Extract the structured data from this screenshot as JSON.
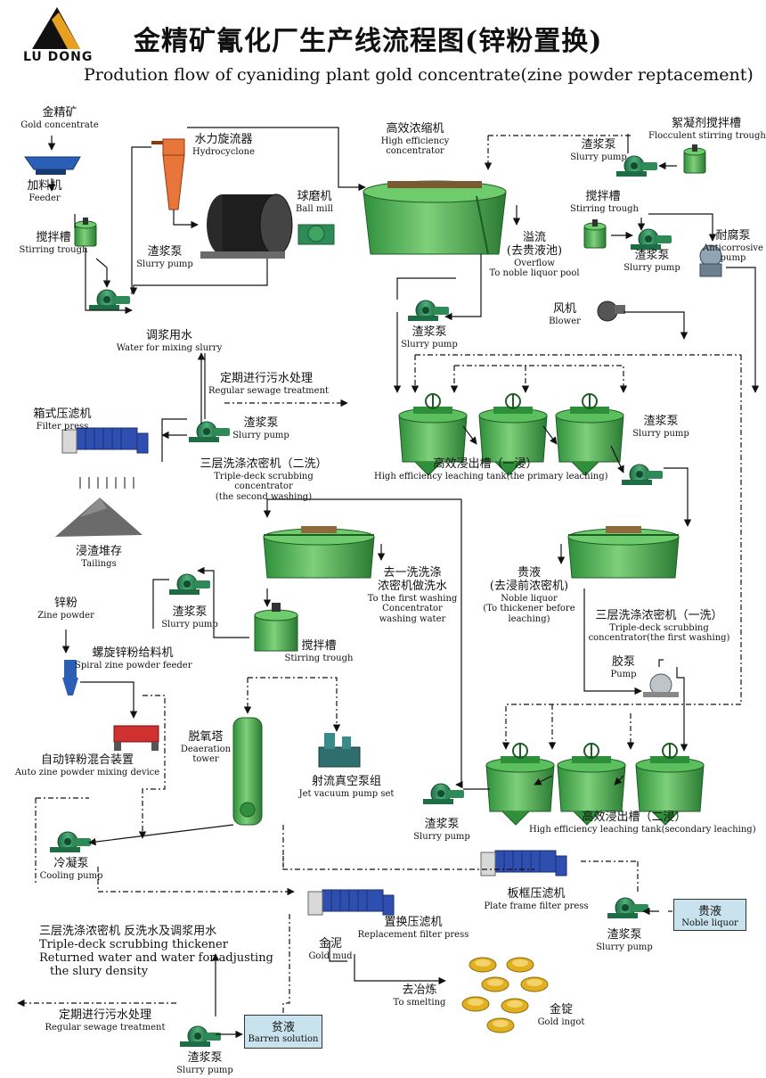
{
  "logo": {
    "name": "LU DONG"
  },
  "title": {
    "cn": "金精矿氰化厂生产线流程图(锌粉置换)",
    "en": "Prodution flow of cyaniding plant gold concentrate(zine powder reptacement)"
  },
  "labels": {
    "gold_concentrate": {
      "cn": "金精矿",
      "en": "Gold concentrate"
    },
    "feeder": {
      "cn": "加料机",
      "en": "Feeder"
    },
    "stirring_trough_1": {
      "cn": "搅拌槽",
      "en": "Stirring trough"
    },
    "hydrocyclone": {
      "cn": "水力旋流器",
      "en": "Hydrocyclone"
    },
    "ball_mill": {
      "cn": "球磨机",
      "en": "Ball  mill"
    },
    "slurry_pump_1": {
      "cn": "渣浆泵",
      "en": "Slurry pump"
    },
    "concentrator": {
      "cn": "高效浓缩机",
      "en1": "High efficiency",
      "en2": "concentrator"
    },
    "flocculent": {
      "cn": "絮凝剂搅拌槽",
      "en": "Flocculent stirring trough"
    },
    "slurry_pump_floc": {
      "cn": "渣浆泵",
      "en": "Slurry pump"
    },
    "stirring_trough_2": {
      "cn": "搅拌槽",
      "en": "Stirring trough"
    },
    "slurry_pump_2": {
      "cn": "渣浆泵",
      "en": "Slurry pump"
    },
    "anticorrosive": {
      "cn": "耐腐泵",
      "en1": "Anticorrosive",
      "en2": "pump"
    },
    "overflow": {
      "cn1": "溢流",
      "cn2": "(去贵液池)",
      "en1": "Overflow",
      "en2": "To noble liquor pool"
    },
    "slurry_pump_3": {
      "cn": "渣浆泵",
      "en": "Slurry pump"
    },
    "blower": {
      "cn": "风机",
      "en": "Blower"
    },
    "mixing_water": {
      "cn": "调浆用水",
      "en": "Water for mixing slurry"
    },
    "sewage_1": {
      "cn": "定期进行污水处理",
      "en": "Regular sewage treatment"
    },
    "filter_press": {
      "cn": "箱式压滤机",
      "en": "Filter press"
    },
    "slurry_pump_4": {
      "cn": "渣浆泵",
      "en": "Slurry pump"
    },
    "primary_leaching": {
      "cn": "高效浸出槽（一浸）",
      "en": "High efficiency leaching tank(the primary leaching)"
    },
    "slurry_pump_5": {
      "cn": "渣浆泵",
      "en": "Slurry pump"
    },
    "second_washing": {
      "cn": "三层洗涤浓密机（二洗）",
      "en1": "Triple-deck scrubbing",
      "en2": "concentrator",
      "en3": "(the second washing)"
    },
    "tailings": {
      "cn": "浸渣堆存",
      "en": "Tailings"
    },
    "slurry_pump_6": {
      "cn": "渣浆泵",
      "en": "Slurry pump"
    },
    "first_wash_water": {
      "cn1": "去一洗洗涤",
      "cn2": "浓密机做洗水",
      "en1": "To the first washing",
      "en2": "Concentrator",
      "en3": "washing water"
    },
    "noble_liquor_label": {
      "cn1": "贵液",
      "cn2": "(去浸前浓密机)",
      "en1": "Noble liquor",
      "en2": "(To thickener before",
      "en3": "leaching)"
    },
    "first_washing": {
      "cn": "三层洗涤浓密机（一洗）",
      "en1": "Triple-deck scrubbing",
      "en2": "concentrator(the first washing)"
    },
    "zinc_powder": {
      "cn": "锌粉",
      "en": "Zine powder"
    },
    "spiral_feeder": {
      "cn": "螺旋锌粉给料机",
      "en": "Spiral zine powder feeder"
    },
    "stirring_trough_3": {
      "cn": "搅拌槽",
      "en": "Stirring trough"
    },
    "pump_glue": {
      "cn": "胶泵",
      "en": "Pump"
    },
    "deaeration": {
      "cn": "脱氧塔",
      "en1": "Deaeration",
      "en2": "tower"
    },
    "auto_mixing": {
      "cn": "自动锌粉混合装置",
      "en": "Auto zine powder mixing device"
    },
    "jet_vacuum": {
      "cn": "射流真空泵组",
      "en": "Jet vacuum pump set"
    },
    "slurry_pump_7": {
      "cn": "渣浆泵",
      "en": "Slurry pump"
    },
    "secondary_leaching": {
      "cn": "高效浸出槽（二浸）",
      "en": "High efficiency leaching tank(secondary leaching)"
    },
    "cooling_pump": {
      "cn": "冷凝泵",
      "en": "Cooling pump"
    },
    "plate_filter": {
      "cn": "板框压滤机",
      "en": "Plate frame filter press"
    },
    "slurry_pump_8": {
      "cn": "渣浆泵",
      "en": "Slurry pump"
    },
    "replacement_filter": {
      "cn": "置换压滤机",
      "en": "Replacement filter press"
    },
    "thickener_return": {
      "cn": "三层洗涤浓密机 反洗水及调浆用水",
      "en1": "Triple-deck scrubbing thickener",
      "en2": "Returned water and water for adjusting",
      "en3": "the slury density"
    },
    "gold_mud": {
      "cn": "金泥",
      "en": "Gold mud"
    },
    "smelting": {
      "cn": "去冶炼",
      "en": "To smelting"
    },
    "sewage_2": {
      "cn": "定期进行污水处理",
      "en": "Regular sewage treatment"
    },
    "gold_ingot": {
      "cn": "金锭",
      "en": "Gold ingot"
    },
    "slurry_pump_9": {
      "cn": "渣浆泵",
      "en": "Slurry pump"
    }
  },
  "boxes": {
    "noble_liquor": {
      "cn": "贵液",
      "en": "Noble liquor"
    },
    "barren_solution": {
      "cn": "贫液",
      "en": "Barren solution"
    }
  },
  "colors": {
    "tank_green": "#3fa54a",
    "pump_green": "#2e8b57",
    "box_blue": "#c9e3ee",
    "gold": "#e0b020",
    "hydrocyclone_orange": "#e8763a",
    "press_blue": "#2f4fb0"
  }
}
